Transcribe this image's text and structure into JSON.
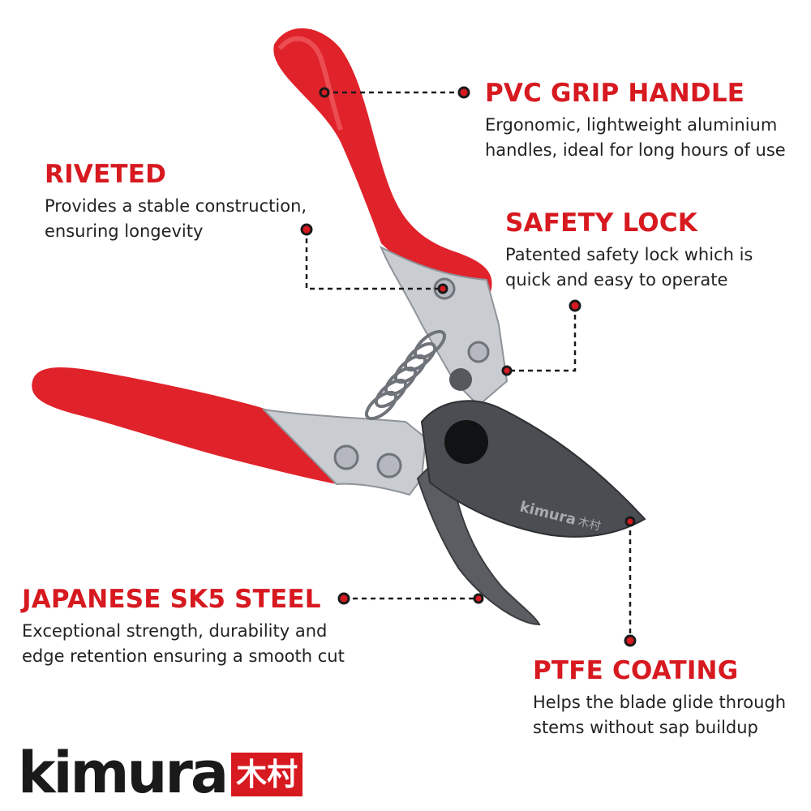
{
  "colors": {
    "accent": "#d71920",
    "text": "#222222",
    "handle": "#e0222a",
    "blade": "#4a4d52",
    "metal": "#c9ccd1"
  },
  "product_marking": {
    "brand": "kimura",
    "kanji": "木村"
  },
  "callouts": {
    "pvc_grip": {
      "title": "PVC GRIP HANDLE",
      "desc": "Ergonomic, lightweight aluminium\nhandles, ideal for long hours of use"
    },
    "riveted": {
      "title": "RIVETED",
      "desc": "Provides a stable construction,\nensuring longevity"
    },
    "safety_lock": {
      "title": "SAFETY LOCK",
      "desc": "Patented safety lock which is\nquick and easy to operate"
    },
    "sk5_steel": {
      "title": "JAPANESE SK5 STEEL",
      "desc": "Exceptional strength, durability and\nedge retention ensuring a smooth cut"
    },
    "ptfe": {
      "title": "PTFE COATING",
      "desc": "Helps the blade glide through\nstems without sap buildup"
    }
  },
  "logo": {
    "word": "kimura",
    "kanji": "木村"
  }
}
